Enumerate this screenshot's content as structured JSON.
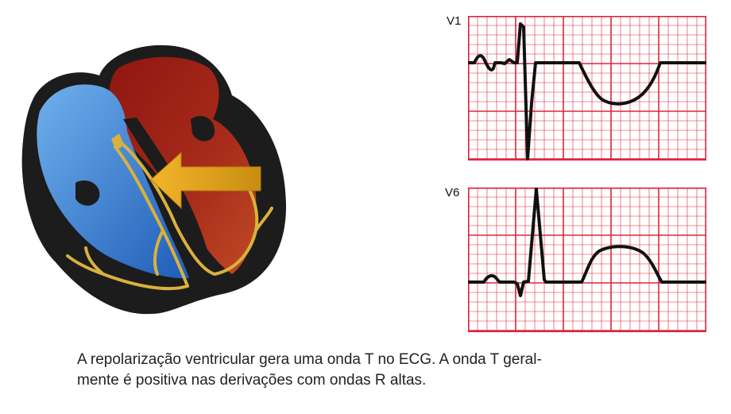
{
  "figure": {
    "leads": [
      {
        "id": "v1",
        "label": "V1",
        "t_wave": "negative"
      },
      {
        "id": "v6",
        "label": "V6",
        "t_wave": "positive"
      }
    ],
    "caption": {
      "line1": "A repolarização ventricular gera uma onda T no ECG. A onda T geral-",
      "line2": "mente é positiva nas derivações com ondas R altas."
    }
  },
  "colors": {
    "ecg_grid": "#e0243c",
    "ecg_trace": "#111111",
    "right_heart": "#3f86d6",
    "left_heart": "#9a1f14",
    "heart_outline": "#1c1c1c",
    "conduction": "#d9b13d",
    "arrow": "#e8a61c"
  },
  "icons": {
    "heart": "heart-cross-section-icon",
    "arrow": "repolarization-arrow-icon"
  }
}
